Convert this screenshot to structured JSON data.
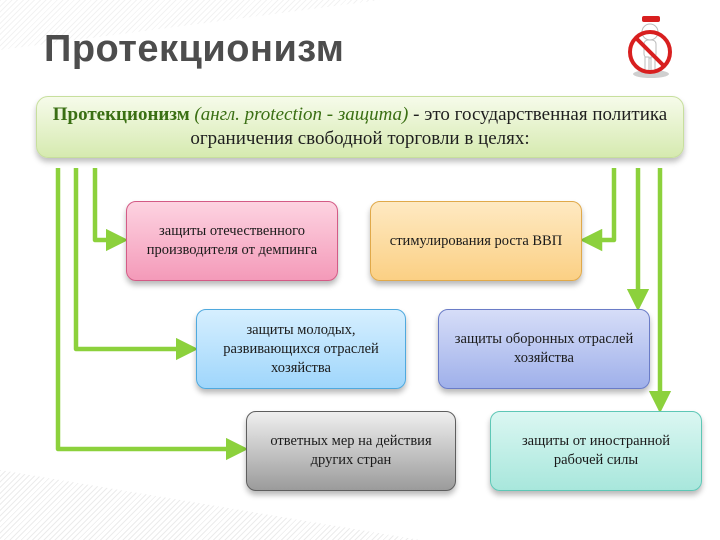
{
  "slide": {
    "title": "Протекционизм"
  },
  "banner": {
    "term": "Протекционизм",
    "etymology": "(англ. protection - защита)",
    "definition": " - это государственная политика ограничения свободной торговли в целях:"
  },
  "goals": [
    {
      "text": "защиты  отечественного производителя от демпинга"
    },
    {
      "text": "стимулирования роста ВВП"
    },
    {
      "text": "защиты молодых, развивающихся отраслей хозяйства"
    },
    {
      "text": "защиты оборонных отраслей хозяйства"
    },
    {
      "text": "ответных мер на действия других стран"
    },
    {
      "text": "защиты от иностранной рабочей силы"
    }
  ],
  "colors": {
    "arrow": "#8cd13c",
    "banner_accent": "#3a6f13",
    "title": "#4d4d4d"
  },
  "icons": {
    "logo": "no-symbol-figure-icon"
  }
}
